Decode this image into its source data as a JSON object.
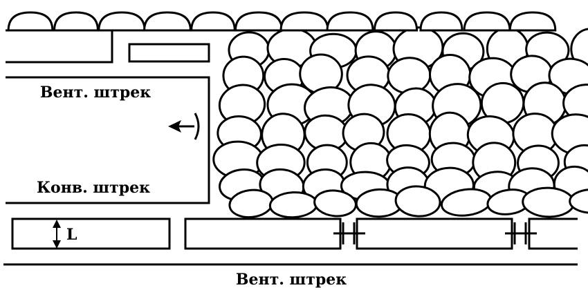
{
  "labels": {
    "top_drift": "Вент. штрек",
    "conveyor_drift": "Конв. штрек",
    "bottom_drift": "Вент. штрек",
    "dimension": "L"
  },
  "colors": {
    "ink": "#000000",
    "paper": "#ffffff"
  },
  "icons": {
    "airflow": "airflow-arrow-icon",
    "dimension": "double-arrow-icon"
  }
}
